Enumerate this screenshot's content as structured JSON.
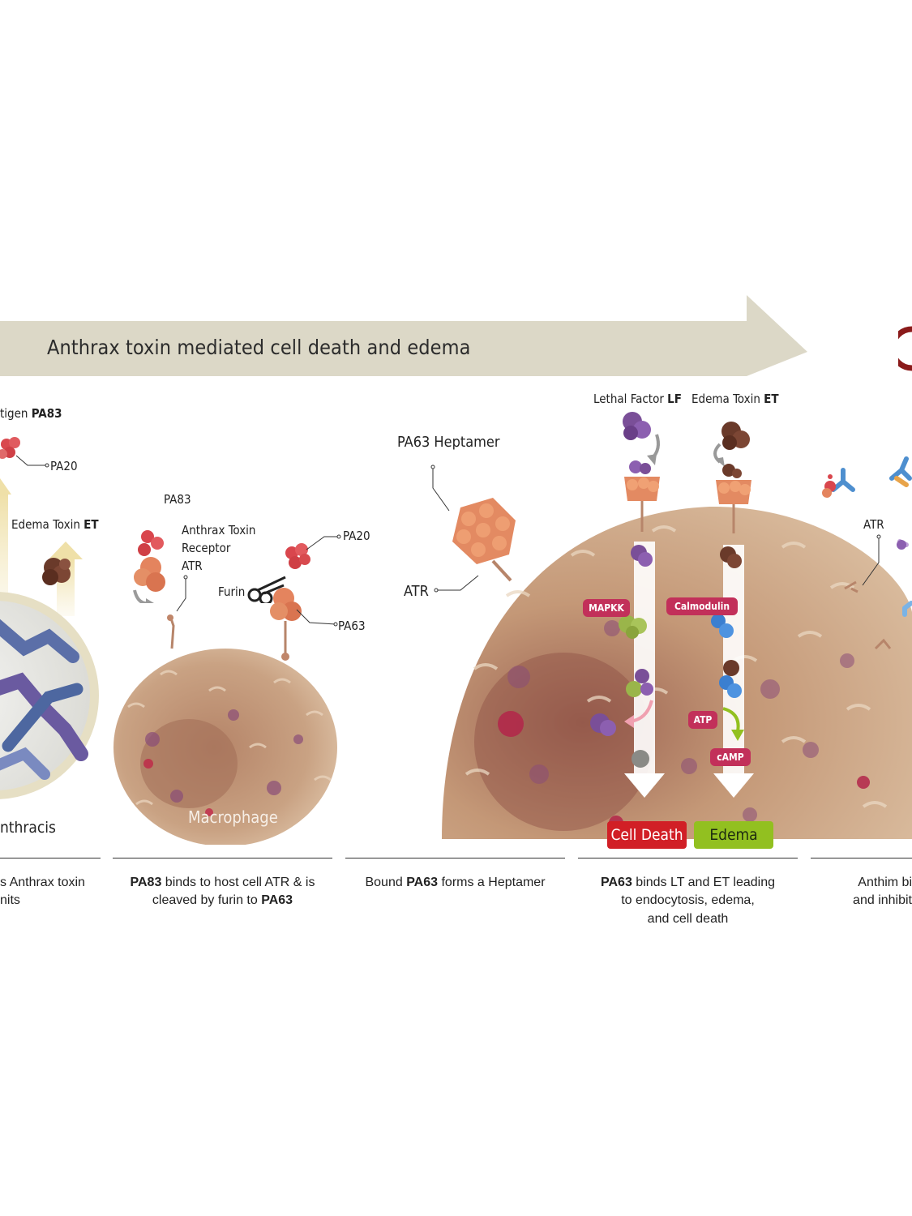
{
  "banner": {
    "title": "Anthrax toxin mediated cell death and edema"
  },
  "panel1": {
    "pa83_label_prefix": "tigen ",
    "pa83_label_bold": "PA83",
    "pa20_label": "PA20",
    "et_label_prefix": "Edema Toxin ",
    "et_label_bold": "ET",
    "bacteria_label": "nthracis",
    "caption_line1": "s Anthrax toxin",
    "caption_line2": "nits"
  },
  "panel2": {
    "pa83_label": "PA83",
    "atr_label_line1": "Anthrax Toxin",
    "atr_label_line2": "Receptor",
    "atr_label_line3": "ATR",
    "furin_label": "Furin",
    "pa20_label": "PA20",
    "pa63_label": "PA63",
    "cell_label": "Macrophage",
    "caption_bold1": "PA83",
    "caption_text1": " binds to host cell ATR & is",
    "caption_text2": "cleaved by furin to ",
    "caption_bold2": "PA63"
  },
  "panel3": {
    "heptamer_label": "PA63 Heptamer",
    "atr_label": "ATR",
    "caption_text1": "Bound ",
    "caption_bold": "PA63",
    "caption_text2": " forms a Heptamer"
  },
  "panel4": {
    "lf_label_prefix": "Lethal Factor ",
    "lf_label_bold": "LF",
    "et_label_prefix": "Edema Toxin ",
    "et_label_bold": "ET",
    "mapkk_tag": "MAPKK",
    "calmodulin_tag": "Calmodulin",
    "atp_tag": "ATP",
    "camp_tag": "cAMP",
    "cell_death_label": "Cell Death",
    "edema_label": "Edema",
    "caption_bold": "PA63",
    "caption_text1": " binds LT and ET leading",
    "caption_text2": "to endocytosis, edema,",
    "caption_text3": "and cell death"
  },
  "panel5": {
    "atr_label": "ATR",
    "caption_line1": "Anthim bi",
    "caption_line2": "and inhibit"
  },
  "colors": {
    "banner": "#dcd8c7",
    "cell": "#c9a283",
    "pa_protein": "#e07a58",
    "lethal_factor": "#7a4f98",
    "edema_toxin": "#6a3a2a",
    "tag_pink": "#c2305a",
    "cell_death_red": "#d11f26",
    "edema_green": "#92c020",
    "logo_red": "#8a1a1a"
  }
}
